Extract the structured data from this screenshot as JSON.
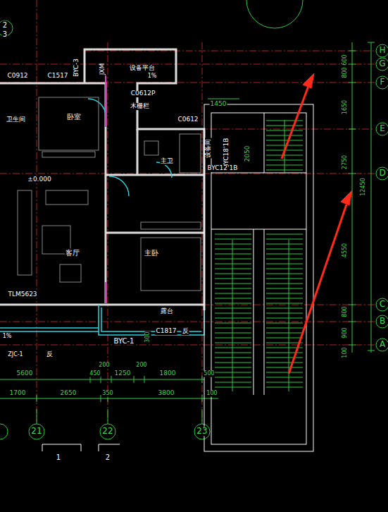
{
  "diagram": {
    "labels": [
      "2",
      "3",
      "C0912",
      "C1517",
      "BYC-3",
      "JXM",
      "设备平台",
      "1%",
      "C0612P",
      "木栅栏",
      "卫生间",
      "卧室",
      "C0612",
      "1450",
      "主卫",
      "设备间",
      "BYC18'1B",
      "2050",
      "BYC12'1B",
      "±0.000",
      "客厅",
      "主卧",
      "TLM5623",
      "1%",
      "露台",
      "C1817",
      "反",
      "300",
      "BYC-1",
      "ZJC-1",
      "反",
      "5600",
      "450",
      "200",
      "1250",
      "200",
      "1800",
      "500",
      "1700",
      "2650",
      "350",
      "3800",
      "100",
      "21",
      "22",
      "23",
      "1",
      "2",
      "H",
      "G",
      "F",
      "E",
      "D",
      "C",
      "B",
      "A",
      "600",
      "800",
      "1650",
      "2750",
      "12450",
      "4550",
      "800",
      "900",
      "100"
    ]
  }
}
